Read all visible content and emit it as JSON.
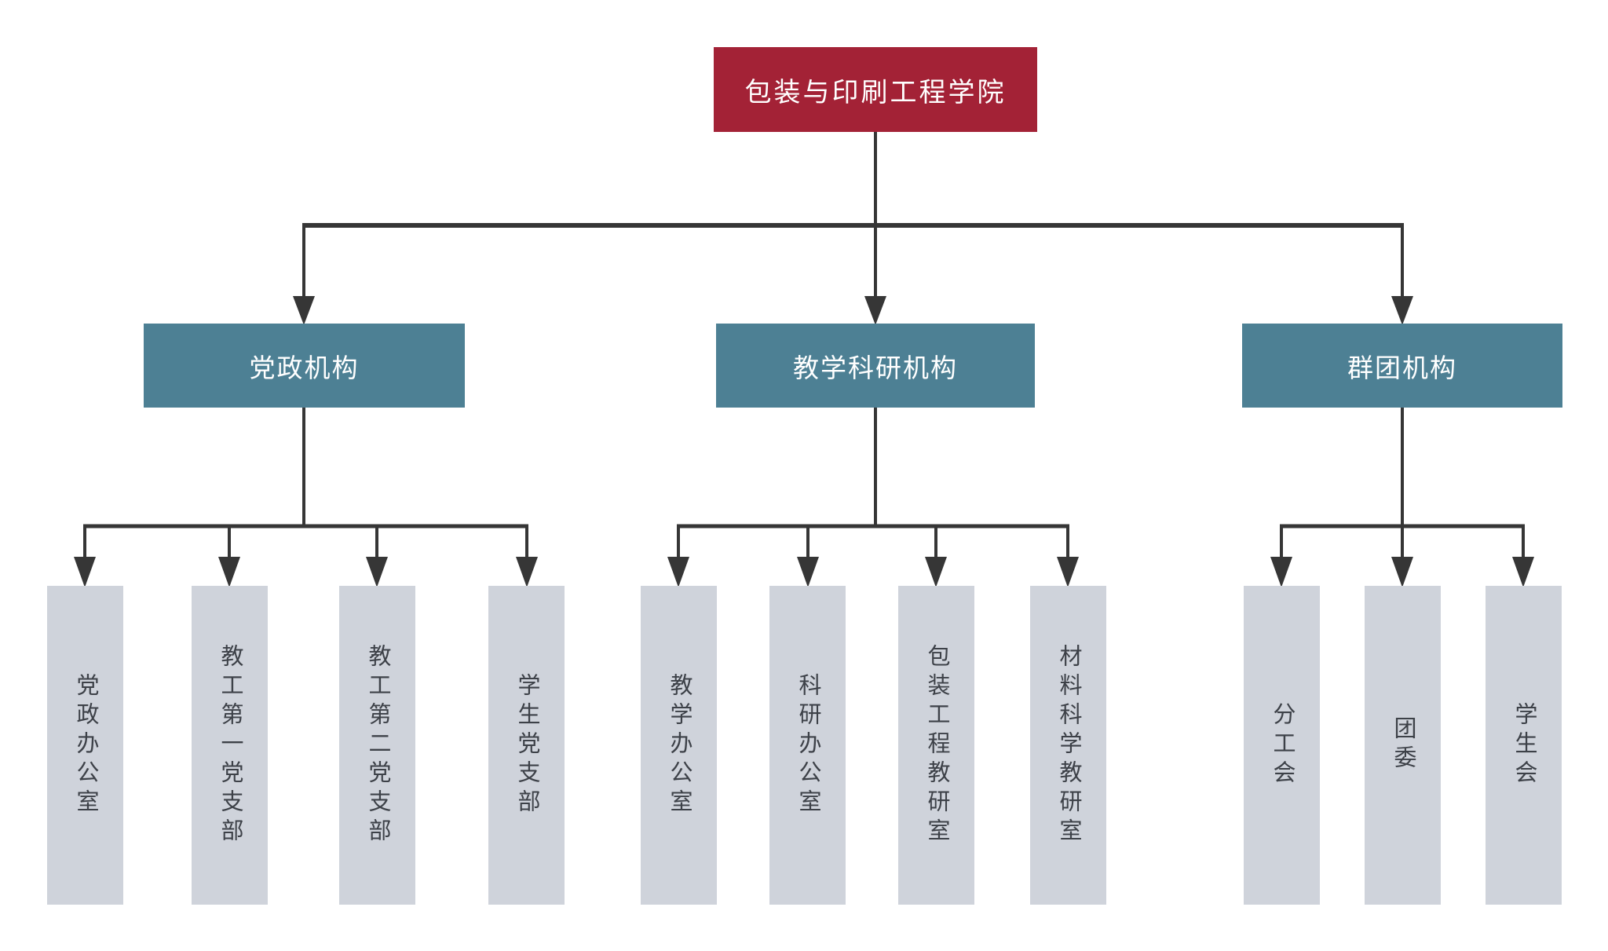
{
  "colors": {
    "background": "#FFFFFF",
    "root_bg": "#A32236",
    "branch_bg": "#4D8094",
    "leaf_bg": "#CFD3DB",
    "node_text": "#FFFFFF",
    "leaf_text": "#3D4148",
    "connector": "#363636"
  },
  "root": {
    "label": "包装与印刷工程学院"
  },
  "branches": [
    {
      "label": "党政机构",
      "children": [
        {
          "label": "党政办公室"
        },
        {
          "label": "教工第一党支部"
        },
        {
          "label": "教工第二党支部"
        },
        {
          "label": "学生党支部"
        }
      ]
    },
    {
      "label": "教学科研机构",
      "children": [
        {
          "label": "教学办公室"
        },
        {
          "label": "科研办公室"
        },
        {
          "label": "包装工程教研室"
        },
        {
          "label": "材料科学教研室"
        }
      ]
    },
    {
      "label": "群团机构",
      "children": [
        {
          "label": "分工会"
        },
        {
          "label": "团委"
        },
        {
          "label": "学生会"
        }
      ]
    }
  ]
}
